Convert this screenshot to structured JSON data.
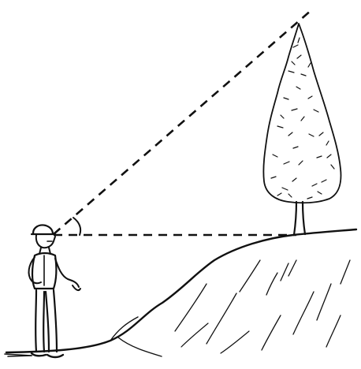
{
  "scene": {
    "figure": "line-drawing-observer-measuring-tree-height",
    "colors": {
      "ink": "#111111",
      "background": "#ffffff"
    },
    "elements": [
      "observer",
      "tree",
      "hillside",
      "sight-line-to-treetop",
      "horizontal-sight-line",
      "angle-of-elevation-arc"
    ]
  }
}
